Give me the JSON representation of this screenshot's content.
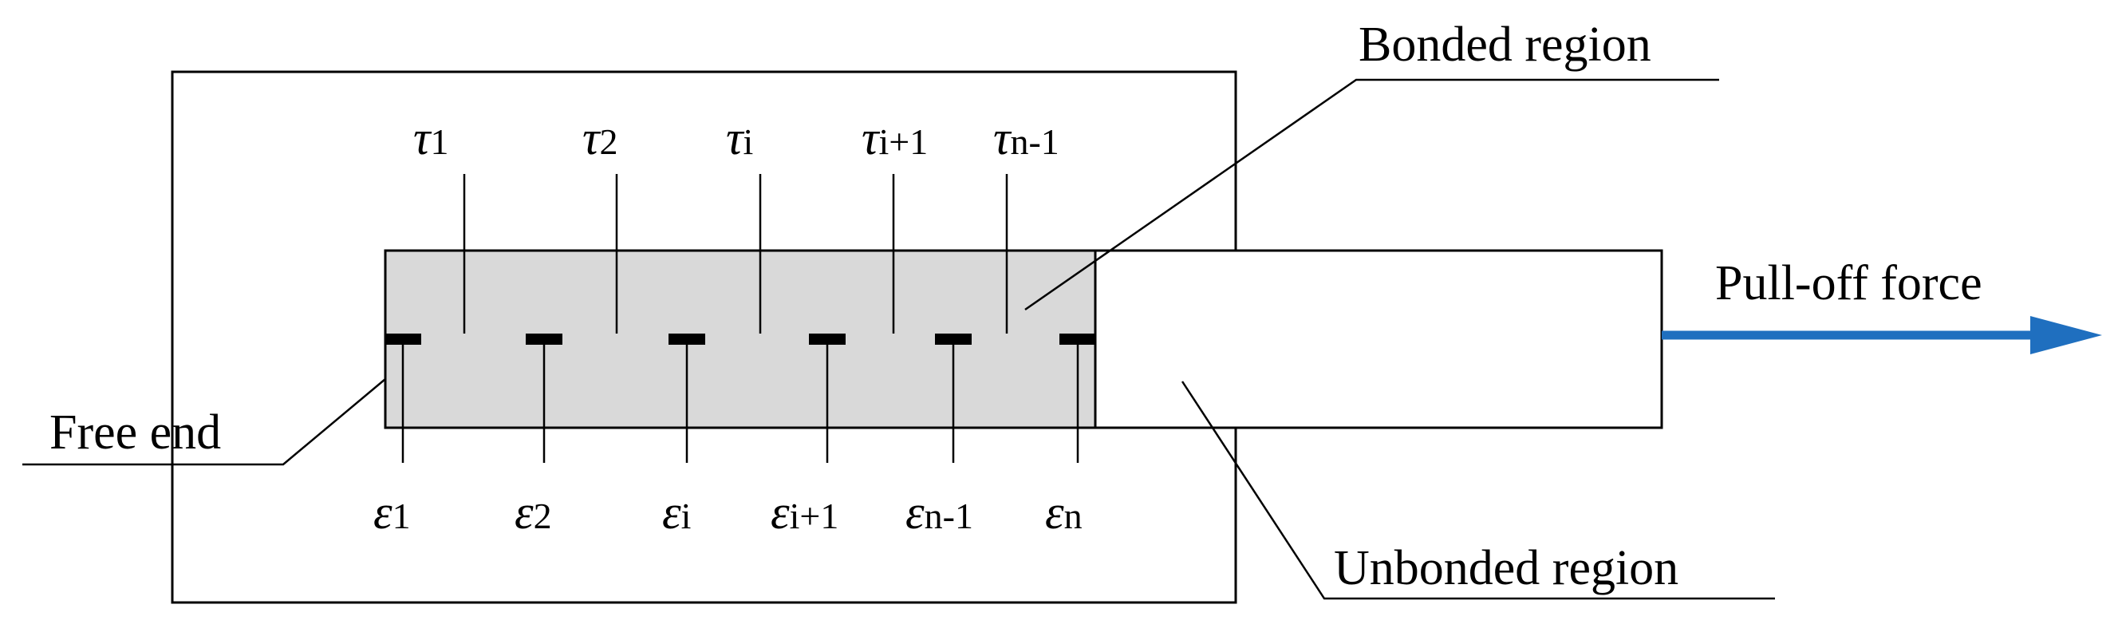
{
  "labels": {
    "bonded_region": "Bonded region",
    "unbonded_region": "Unbonded region",
    "free_end": "Free end",
    "pull_off_force": "Pull-off force"
  },
  "tau_symbol": "τ",
  "tau_subscripts": [
    "1",
    "2",
    "i",
    "i+1",
    "n-1"
  ],
  "epsilon_symbol": "ε",
  "epsilon_subscripts": [
    "1",
    "2",
    "i",
    "i+1",
    "n-1",
    "n"
  ],
  "colors": {
    "bonded_fill": "#d9d9d9",
    "arrow": "#1f6fbf",
    "stroke": "#000000"
  }
}
